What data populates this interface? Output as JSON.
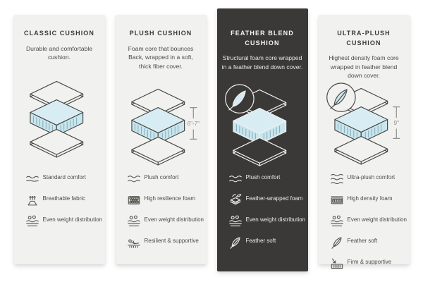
{
  "colors": {
    "page_bg": "#ffffff",
    "card_bg_light": "#f1f1ef",
    "card_bg_dark": "#3a3937",
    "title_dark": "#3a3a38",
    "title_light": "#f5f5f3",
    "body_text_dark": "#4c4c4a",
    "body_text_light": "#e8e8e6",
    "line_dark": "#4a4a48",
    "line_light": "#f0f0ee",
    "foam_top": "#d8edf3",
    "foam_side": "#c9e5ed",
    "foam_hatch": "#7ba6b2",
    "feather_fill": "#cfe9f1",
    "dimension": "#8f8f8d"
  },
  "cards": [
    {
      "id": "classic",
      "theme": "light",
      "title": "CLASSIC CUSHION",
      "description": "Durable and comfortable cushion.",
      "illustration": {
        "feather_badge": false,
        "dimension_label": ""
      },
      "features": [
        {
          "icon": "single-wave-icon",
          "label": "Standard comfort"
        },
        {
          "icon": "breathable-icon",
          "label": "Breathable fabric"
        },
        {
          "icon": "even-weight-icon",
          "label": "Even weight distribution"
        }
      ]
    },
    {
      "id": "plush",
      "theme": "light",
      "title": "PLUSH CUSHION",
      "description": "Foam core that bounces Back, wrapped in a soft, thick fiber cover.",
      "illustration": {
        "feather_badge": false,
        "dimension_label": "6\"-7\""
      },
      "features": [
        {
          "icon": "double-wave-icon",
          "label": "Plush comfort"
        },
        {
          "icon": "foam-cells-icon",
          "label": "High resilience foam"
        },
        {
          "icon": "even-weight-icon",
          "label": "Even weight distribution"
        },
        {
          "icon": "recline-support-icon",
          "label": "Resilient & supportive"
        }
      ]
    },
    {
      "id": "feather-blend",
      "theme": "dark",
      "title": "FEATHER BLEND CUSHION",
      "description": "Structural foam core wrapped in a feather blend down cover.",
      "illustration": {
        "feather_badge": true,
        "dimension_label": ""
      },
      "features": [
        {
          "icon": "double-wave-icon",
          "label": "Plush comfort"
        },
        {
          "icon": "feather-foam-icon",
          "label": "Feather-wrapped foam"
        },
        {
          "icon": "even-weight-icon",
          "label": "Even weight distribution"
        },
        {
          "icon": "feather-icon",
          "label": "Feather soft"
        }
      ]
    },
    {
      "id": "ultra-plush",
      "theme": "light",
      "title": "ULTRA-PLUSH CUSHION",
      "description": "Highest density foam core wrapped in feather blend down cover.",
      "illustration": {
        "feather_badge": true,
        "dimension_label": "9\""
      },
      "features": [
        {
          "icon": "triple-wave-icon",
          "label": "Ultra-plush comfort"
        },
        {
          "icon": "coil-foam-icon",
          "label": "High density foam"
        },
        {
          "icon": "even-weight-icon",
          "label": "Even weight distribution"
        },
        {
          "icon": "feather-icon",
          "label": "Feather soft"
        },
        {
          "icon": "firm-support-icon",
          "label": "Firm & supportive"
        }
      ]
    }
  ]
}
